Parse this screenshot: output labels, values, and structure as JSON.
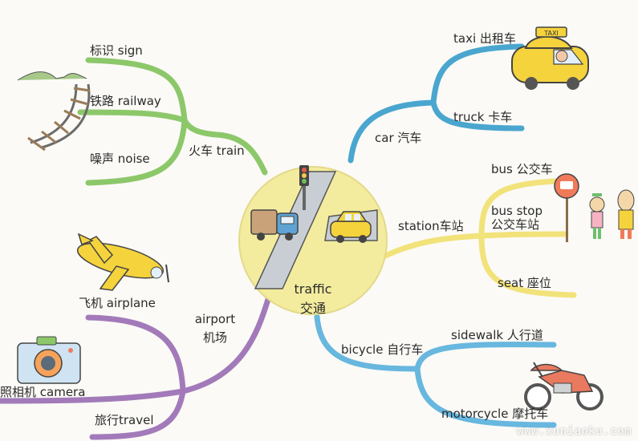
{
  "central": {
    "line1": "traffic",
    "line2": "交通"
  },
  "branches": {
    "train": "火车 train",
    "car": "car 汽车",
    "station": "station车站",
    "airport_line1": "airport",
    "airport_line2": "机场",
    "bicycle": "bicycle 自行车"
  },
  "leaves": {
    "sign": "标识 sign",
    "railway": "铁路 railway",
    "noise": "噪声 noise",
    "taxi": "taxi 出租车",
    "truck": "truck 卡车",
    "bus": "bus 公交车",
    "bus_stop_line1": "bus stop",
    "bus_stop_line2": "公交车站",
    "seat": "seat 座位",
    "airplane": "飞机 airplane",
    "camera": "照相机 camera",
    "travel": "旅行travel",
    "sidewalk": "sidewalk 人行道",
    "motorcycle": "motorcycle 摩托车"
  },
  "icons": {
    "taxi_sign": "TAXI"
  },
  "watermark": "www.xuniaoku.com",
  "colors": {
    "train_branch": "#8cc86a",
    "car_branch": "#4aa6cf",
    "station_branch": "#f2e27a",
    "airport_branch": "#a27ab9",
    "bicycle_branch": "#68b7df",
    "center_fill": "#f3ec9e"
  }
}
